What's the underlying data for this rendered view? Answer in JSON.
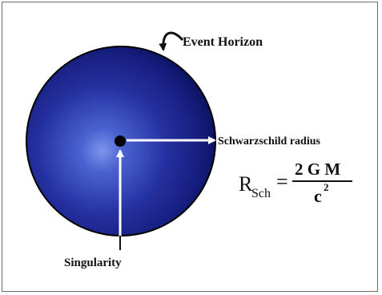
{
  "labels": {
    "event_horizon": "Event Horizon",
    "schwarzschild_radius": "Schwarzschild radius",
    "singularity": "Singularity"
  },
  "equation": {
    "symbol": "R",
    "subscript": "Sch",
    "equals": "=",
    "numerator": "2 G M",
    "denominator_base": "c",
    "denominator_exponent": "2"
  },
  "colors": {
    "sphere_center": "#5a78d8",
    "sphere_mid": "#2b3aa8",
    "sphere_edge": "#0a1260",
    "arrows": "#ffffff",
    "singularity_dot": "#000000",
    "text": "#111111"
  }
}
